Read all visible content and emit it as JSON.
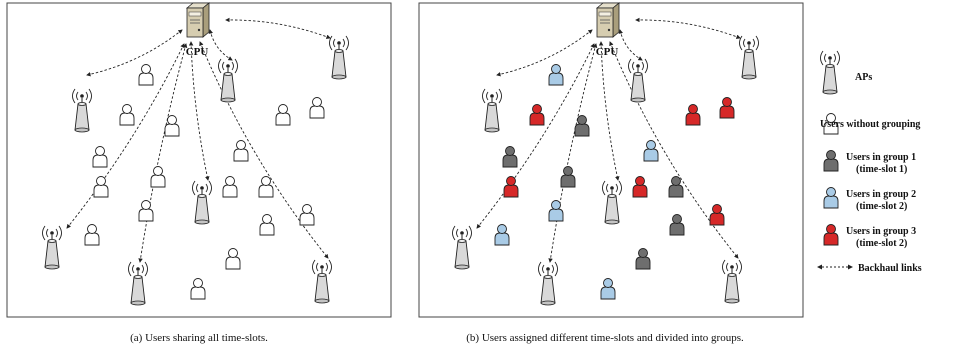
{
  "cpu_label": "CPU",
  "captions": {
    "a": "(a) Users sharing all time-slots.",
    "b": "(b) Users assigned different time-slots and divided into groups."
  },
  "legend": {
    "aps": "APs",
    "users_without_grouping": "Users without grouping",
    "group1_line1": "Users in group 1",
    "group1_line2": "(time-slot 1)",
    "group2_line1": "Users in group 2",
    "group2_line2": "(time-slot 2)",
    "group3_line1": "Users in group 3",
    "group3_line2": "(time-slot 2)",
    "backhaul": "Backhaul links"
  },
  "colors": {
    "no_group": "#ffffff",
    "group1": "#6e6e6e",
    "group2": "#a9cbe6",
    "group3": "#d62828"
  }
}
